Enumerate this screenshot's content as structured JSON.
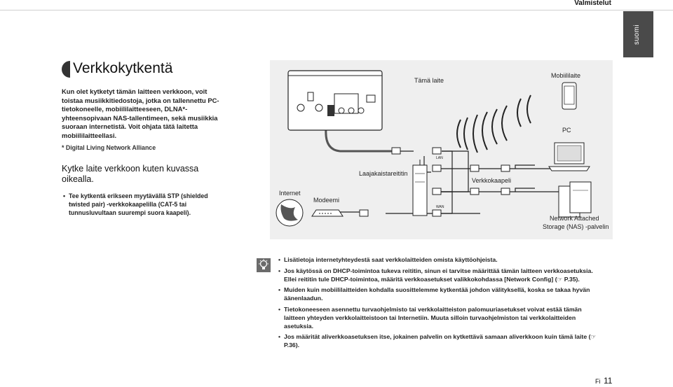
{
  "header": {
    "section": "Valmistelut",
    "language_tab": "suomi"
  },
  "title": "Verkkokytkentä",
  "intro": "Kun olet kytketyt tämän laitteen verkkoon, voit toistaa musiikkitiedostoja, jotka on tallennettu PC-tietokoneelle, mobiililaitteeseen, DLNA*-yhteensopivaan NAS-tallentimeen, sekä musiikkia suoraan internetistä. Voit ohjata tätä laitetta mobiililaitteellasi.",
  "footnote": "* Digital Living Network Alliance",
  "subheading": "Kytke laite verkkoon kuten kuvassa oikealla.",
  "instruction": "Tee kytkentä erikseen myytävällä STP (shielded twisted pair) -verkkokaapelilla (CAT-5 tai tunnusluvultaan suurempi suora kaapeli).",
  "diagram": {
    "labels": {
      "this_unit": "Tämä laite",
      "mobile": "Mobiililaite",
      "pc": "PC",
      "internet": "Internet",
      "modem": "Modeemi",
      "router": "Laajakaistareititin",
      "cable": "Verkkokaapeli",
      "nas_line1": "Network Attached",
      "nas_line2": "Storage (NAS) -palvelin",
      "lan_port": "LAN",
      "wan_port": "WAN"
    }
  },
  "tips": [
    "Lisätietoja internetyhteydestä saat verkkolaitteiden omista käyttöohjeista.",
    "Jos käytössä on DHCP-toimintoa tukeva reititin, sinun ei tarvitse määrittää tämän laitteen verkkoasetuksia. Ellei reititin tule DHCP-toimintoa, määritä verkkoasetukset valikkokohdassa [Network Config] (☞ P.35).",
    "Muiden kuin mobiililaitteiden kohdalla suosittelemme kytkentää johdon välityksellä, koska se takaa hyvän äänenlaadun.",
    "Tietokoneeseen asennettu turvaohjelmisto tai verkkolaitteiston palomuuriasetukset voivat estää tämän laitteen yhteyden verkkolaitteistoon tai Internetiin. Muuta silloin turvaohjelmiston tai verkkolaitteiden asetuksia.",
    "Jos määrität aliverkkoasetuksen itse, jokainen palvelin on kytkettävä samaan aliverkkoon kuin tämä laite (☞ P.36)."
  ],
  "page": {
    "prefix": "Fi",
    "number": "11"
  },
  "icons": [
    "lightbulb-icon",
    "globe-icon",
    "router-icon",
    "modem-icon",
    "smartphone-icon",
    "laptop-icon",
    "nas-server-icon",
    "ethernet-plug-icon",
    "wifi-waves-icon"
  ],
  "colors": {
    "diagram_background": "#efefef",
    "tab_background": "#4a4a4a",
    "tips_icon_background": "#6b6b6b"
  }
}
